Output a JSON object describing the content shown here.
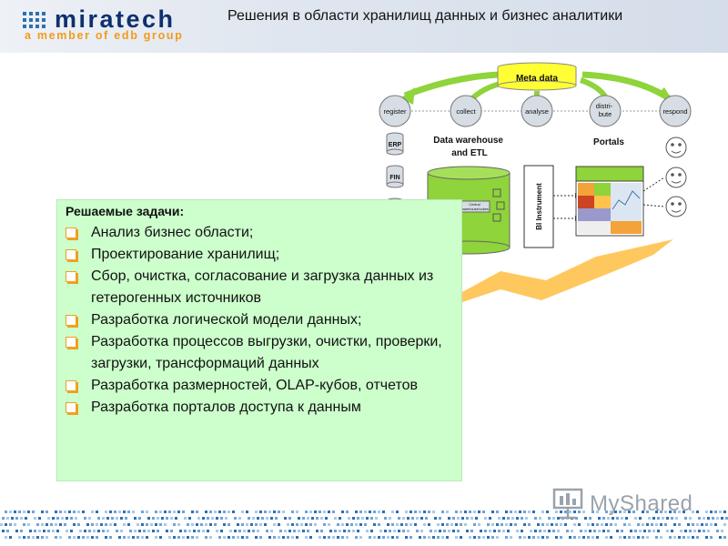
{
  "header": {
    "logo_name": "miratech",
    "logo_tagline": "a member of edb group",
    "title": "Решения в области хранилищ данных и бизнес аналитики"
  },
  "diagram": {
    "meta_label": "Meta data",
    "steps": [
      "register",
      "collect",
      "analyse",
      "distri-\nbute",
      "respond"
    ],
    "sources": [
      "ERP",
      "FIN"
    ],
    "warehouse_label": "Data warehouse\nand ETL",
    "warehouse_inner": "Central\nwarehouse/cubes",
    "bi_label": "BI Instrument",
    "portals_label": "Portals",
    "colors": {
      "green": "#8ed43a",
      "yellow": "#ffff33",
      "orange": "#ffc24d",
      "node": "#d7dde4"
    }
  },
  "tasks": {
    "heading": "Решаемые задачи:",
    "items": [
      "Анализ бизнес области;",
      "Проектирование хранилищ;",
      "Сбор, очистка, согласование и загрузка данных из гетерогенных источников",
      "Разработка логической модели данных;",
      "Разработка процессов выгрузки, очистки, проверки, загрузки, трансформаций данных",
      "Разработка размерностей, OLAP-кубов, отчетов",
      "Разработка порталов доступа к данным"
    ],
    "colors": {
      "panel": "#ccffcc",
      "bullet": "#f0a020"
    }
  },
  "watermark": {
    "text": "MyShared"
  }
}
